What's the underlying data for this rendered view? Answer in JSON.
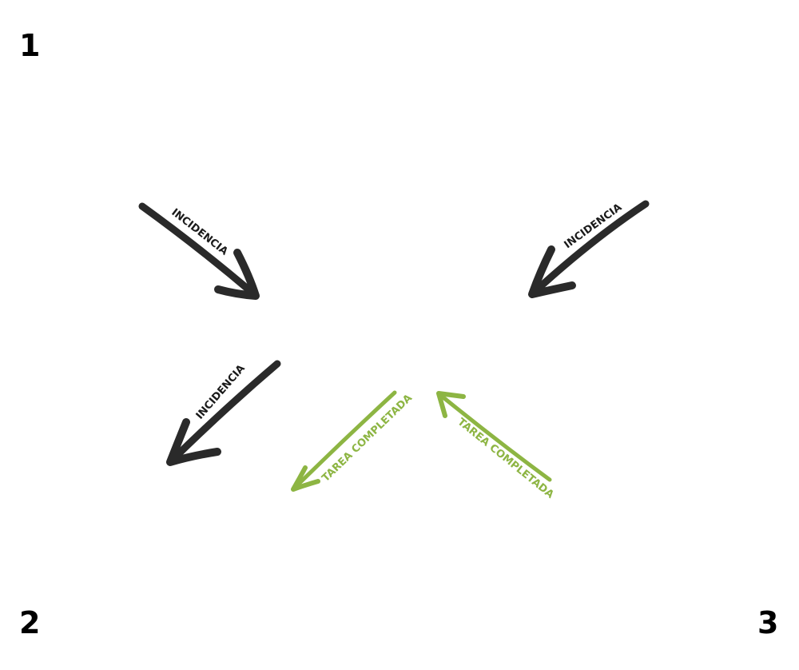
{
  "corners": {
    "one": "1",
    "two": "2",
    "three": "3"
  },
  "arrows": {
    "incidencia_top_left": {
      "label": "INCIDENCIA"
    },
    "incidencia_top_right": {
      "label": "INCIDENCIA"
    },
    "incidencia_bottom_left": {
      "label": "INCIDENCIA"
    },
    "tarea_left": {
      "label": "TAREA COMPLETADA"
    },
    "tarea_right": {
      "label": "TAREA COMPLETADA"
    }
  },
  "colors": {
    "dark_arrow": "#2a2a2a",
    "green_arrow": "#8db543",
    "text": "#1a1a1a"
  }
}
